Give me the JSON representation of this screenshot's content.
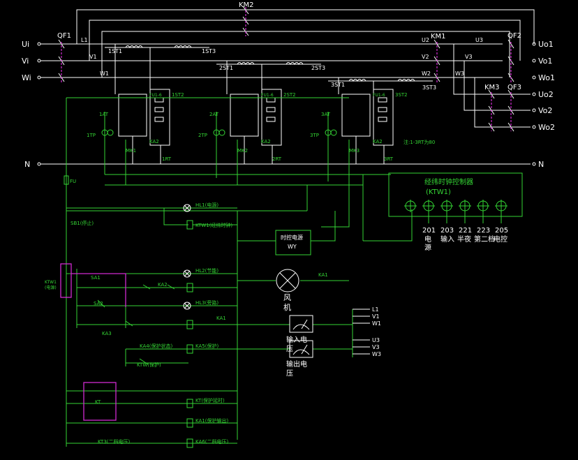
{
  "colors": {
    "background": "#000000",
    "power_line": "#ffffff",
    "control_line": "#34d534",
    "timer_box": "#d02ad0"
  },
  "inputs": {
    "u": "Ui",
    "v": "Vi",
    "w": "Wi",
    "n": "N"
  },
  "outputs": {
    "uo1": "Uo1",
    "vo1": "Vo1",
    "wo1": "Wo1",
    "uo2": "Uo2",
    "vo2": "Vo2",
    "wo2": "Wo2",
    "n": "N"
  },
  "breakers": {
    "qf1": "QF1",
    "qf2": "QF2",
    "qf3": "QF3"
  },
  "contactors": {
    "km1": "KM1",
    "km2": "KM2",
    "km3": "KM3"
  },
  "line_labels": {
    "l1": "L1",
    "v1": "V1",
    "w1": "W1",
    "u2": "U2",
    "v2": "V2",
    "w2": "W2",
    "u3": "U3",
    "v3": "V3",
    "w3": "W3"
  },
  "transformers": {
    "t1": "1ST3",
    "t2": "1ST1",
    "t3": "2ST1",
    "t4": "2ST3",
    "t5": "3ST1",
    "t6": "3ST3"
  },
  "modules": [
    {
      "mk": "MK1",
      "ka": "KA2",
      "rt": "1RT",
      "tp": "1TP",
      "sa": "1AT",
      "fu": "FU1-6",
      "st": "1ST2"
    },
    {
      "mk": "MK2",
      "ka": "KA2",
      "rt": "2RT",
      "tp": "2TP",
      "sa": "2AT",
      "fu": "FU1-6",
      "st": "2ST2"
    },
    {
      "mk": "MK3",
      "ka": "KA2",
      "rt": "3RT",
      "tp": "3TP",
      "sa": "3AT",
      "fu": "FU1-6",
      "st": "3ST2"
    }
  ],
  "note": "注:1-3RT为80",
  "controller": {
    "title": "经纬时钟控制器",
    "model": "(KTW1)",
    "terminals": [
      "201",
      "203",
      "221",
      "223",
      "205"
    ],
    "terminal_notes": [
      "电\n源",
      "输入",
      "半夜",
      "第二档",
      "电控"
    ]
  },
  "control": {
    "fu": "FU",
    "hl1": "HL1(电源)",
    "ktw1": "KTW1(经纬时钟)",
    "sb1": "SB1(停止)",
    "ktw1_box": "KTW1\n(电源)",
    "sa1": "SA1",
    "sa2": "SA2",
    "ka3": "KA3",
    "hl2": "HL2(节能)",
    "ka2": "KA2",
    "hl3": "HL3(旁路)",
    "ka1": "KA1",
    "regulator_line1": "时控电源",
    "regulator_line2": "WY",
    "fan_label": "风\n机",
    "fan_ka": "KA1",
    "input_meter": "输入电\n压",
    "output_meter": "输出电\n压",
    "ka4": "KA4(保护状态)",
    "ka5": "KA5(保护)",
    "ktw_protect": "KTW(保护)",
    "kt_block": "KT",
    "kt_label": "KT(保护延时)",
    "ka1_label": "KA1(保护输出)",
    "ka6": "KA6(二档电压)",
    "kt3": "KT3(二档电压)",
    "meter_lines_in": [
      "L1",
      "V1",
      "W1"
    ],
    "meter_lines_out": [
      "U3",
      "V3",
      "W3"
    ]
  }
}
